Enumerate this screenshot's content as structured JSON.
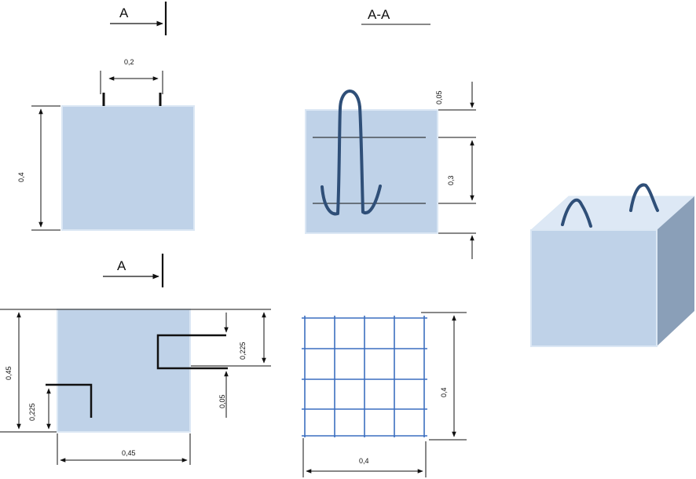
{
  "colors": {
    "block_fill": "#bfd2e8",
    "block_edge": "#dbe7f4",
    "block_side": "#8a9fb8",
    "block_top": "#dde8f5",
    "rebar": "#2f4f78",
    "mesh": "#3c6fc0",
    "line": "#111111"
  },
  "section_marks": {
    "top_view": "A",
    "plan_view": "A",
    "section": "A-A"
  },
  "dimensions": {
    "loop_spacing": "0,2",
    "block_height": "0,4",
    "cover_top": "0,05",
    "rebar_spacing": "0,3",
    "plan_height": "0,45",
    "plan_lower": "0,225",
    "plan_upper": "0,225",
    "plan_gap": "0,05",
    "plan_width": "0,45",
    "mesh_height": "0,4",
    "mesh_width": "0,4"
  }
}
